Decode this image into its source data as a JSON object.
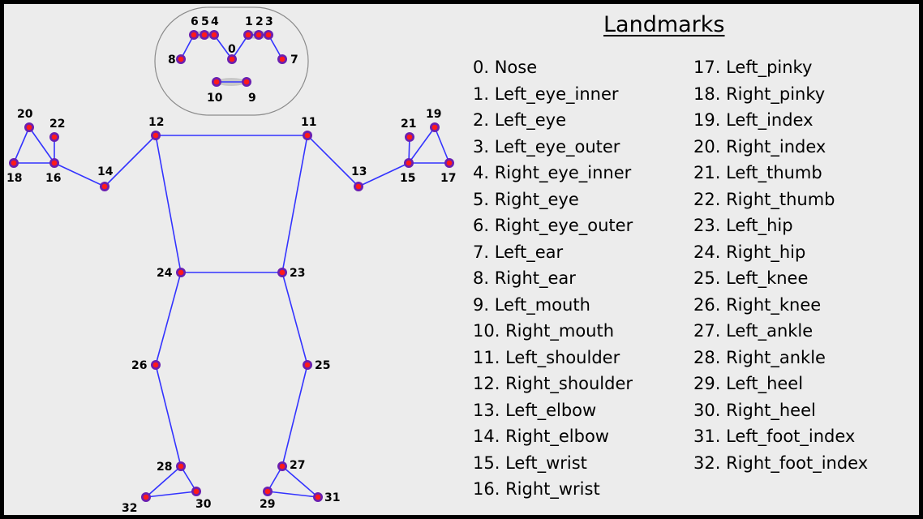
{
  "title": "Landmarks",
  "colors": {
    "bone": "#3333ff",
    "joint_outer": "#6b1fb0",
    "joint_inner": "#ff1a1a",
    "face_outline": "#8a8a8a",
    "background": "#ececec"
  },
  "keypoints": [
    {
      "id": "0",
      "label": "0"
    },
    {
      "id": "1",
      "label": "1"
    },
    {
      "id": "2",
      "label": "2"
    },
    {
      "id": "3",
      "label": "3"
    },
    {
      "id": "4",
      "label": "4"
    },
    {
      "id": "5",
      "label": "5"
    },
    {
      "id": "6",
      "label": "6"
    },
    {
      "id": "7",
      "label": "7"
    },
    {
      "id": "8",
      "label": "8"
    },
    {
      "id": "9",
      "label": "9"
    },
    {
      "id": "10",
      "label": "10"
    },
    {
      "id": "11",
      "label": "11"
    },
    {
      "id": "12",
      "label": "12"
    },
    {
      "id": "13",
      "label": "13"
    },
    {
      "id": "14",
      "label": "14"
    },
    {
      "id": "15",
      "label": "15"
    },
    {
      "id": "16",
      "label": "16"
    },
    {
      "id": "17",
      "label": "17"
    },
    {
      "id": "18",
      "label": "18"
    },
    {
      "id": "19",
      "label": "19"
    },
    {
      "id": "20",
      "label": "20"
    },
    {
      "id": "21",
      "label": "21"
    },
    {
      "id": "22",
      "label": "22"
    },
    {
      "id": "23",
      "label": "23"
    },
    {
      "id": "24",
      "label": "24"
    },
    {
      "id": "25",
      "label": "25"
    },
    {
      "id": "26",
      "label": "26"
    },
    {
      "id": "27",
      "label": "27"
    },
    {
      "id": "28",
      "label": "28"
    },
    {
      "id": "29",
      "label": "29"
    },
    {
      "id": "30",
      "label": "30"
    },
    {
      "id": "31",
      "label": "31"
    },
    {
      "id": "32",
      "label": "32"
    }
  ],
  "connections": [
    [
      "11",
      "12"
    ],
    [
      "11",
      "13"
    ],
    [
      "13",
      "15"
    ],
    [
      "15",
      "17"
    ],
    [
      "15",
      "19"
    ],
    [
      "17",
      "19"
    ],
    [
      "15",
      "21"
    ],
    [
      "12",
      "14"
    ],
    [
      "14",
      "16"
    ],
    [
      "16",
      "18"
    ],
    [
      "16",
      "20"
    ],
    [
      "18",
      "20"
    ],
    [
      "16",
      "22"
    ],
    [
      "11",
      "23"
    ],
    [
      "12",
      "24"
    ],
    [
      "23",
      "24"
    ],
    [
      "23",
      "25"
    ],
    [
      "25",
      "27"
    ],
    [
      "27",
      "29"
    ],
    [
      "27",
      "31"
    ],
    [
      "29",
      "31"
    ],
    [
      "24",
      "26"
    ],
    [
      "26",
      "28"
    ],
    [
      "28",
      "30"
    ],
    [
      "28",
      "32"
    ],
    [
      "30",
      "32"
    ],
    [
      "0",
      "1"
    ],
    [
      "1",
      "2"
    ],
    [
      "2",
      "3"
    ],
    [
      "3",
      "7"
    ],
    [
      "0",
      "4"
    ],
    [
      "4",
      "5"
    ],
    [
      "5",
      "6"
    ],
    [
      "6",
      "8"
    ],
    [
      "9",
      "10"
    ]
  ],
  "legend": {
    "column1": [
      "0. Nose",
      "1. Left_eye_inner",
      "2. Left_eye",
      "3. Left_eye_outer",
      "4. Right_eye_inner",
      "5. Right_eye",
      "6. Right_eye_outer",
      "7. Left_ear",
      "8. Right_ear",
      "9. Left_mouth",
      "10. Right_mouth",
      "11. Left_shoulder",
      "12. Right_shoulder",
      "13. Left_elbow",
      "14. Right_elbow",
      "15. Left_wrist",
      "16. Right_wrist"
    ],
    "column2": [
      "17. Left_pinky",
      "18. Right_pinky",
      "19. Left_index",
      "20. Right_index",
      "21. Left_thumb",
      "22. Right_thumb",
      "23. Left_hip",
      "24. Right_hip",
      "25. Left_knee",
      "26. Right_knee",
      "27. Left_ankle",
      "28. Right_ankle",
      "29. Left_heel",
      "30. Right_heel",
      "31. Left_foot_index",
      "32. Right_foot_index"
    ]
  }
}
